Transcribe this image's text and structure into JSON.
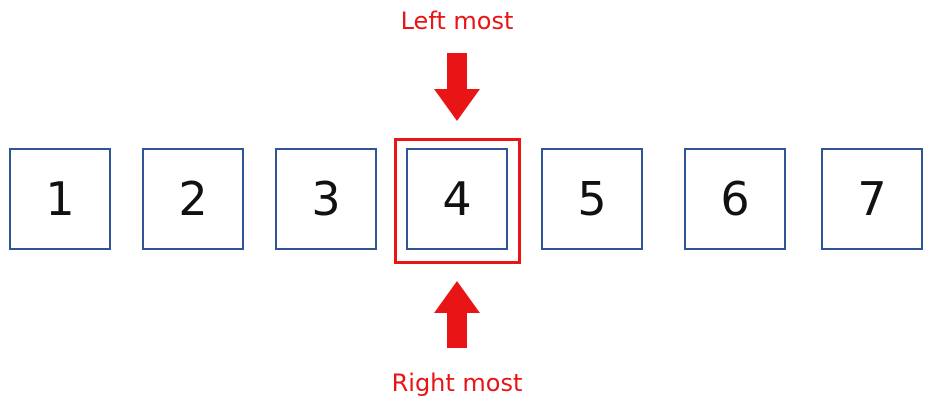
{
  "top_label": "Left most",
  "bottom_label": "Right most",
  "boxes": [
    {
      "label": "1"
    },
    {
      "label": "2"
    },
    {
      "label": "3"
    },
    {
      "label": "4"
    },
    {
      "label": "5"
    },
    {
      "label": "6"
    },
    {
      "label": "7"
    }
  ],
  "highlighted_box": "4",
  "colors": {
    "box_border": "#2f5597",
    "accent": "#e81416",
    "text": "#111111"
  }
}
